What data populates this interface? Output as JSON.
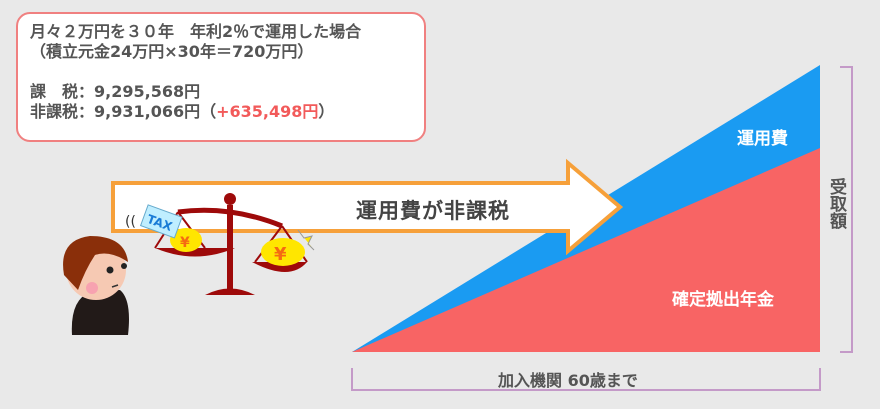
{
  "infobox": {
    "line1": "月々２万円を３０年　年利2％で運用した場合",
    "line2": "（積立元金24万円×30年＝720万円）",
    "taxed_label": "課　税：",
    "taxed_value": "9,295,568円",
    "untaxed_label": "非課税：",
    "untaxed_value": "9,931,066円",
    "diff_open": "（",
    "diff_value": "+635,498円",
    "diff_close": "）"
  },
  "arrow_label": "運用費が非課税",
  "tax_tag": "TAX",
  "chart": {
    "top_area_label": "運用費",
    "bottom_area_label": "確定拠出年金",
    "y_bracket_label": "受取額",
    "x_bracket_label": "加入機関 60歳まで"
  },
  "colors": {
    "blue": "#1a9bf2",
    "red": "#f86464",
    "arrow_border": "#f6a03a",
    "box_border": "#f08080",
    "bracket": "#c49ac8"
  }
}
